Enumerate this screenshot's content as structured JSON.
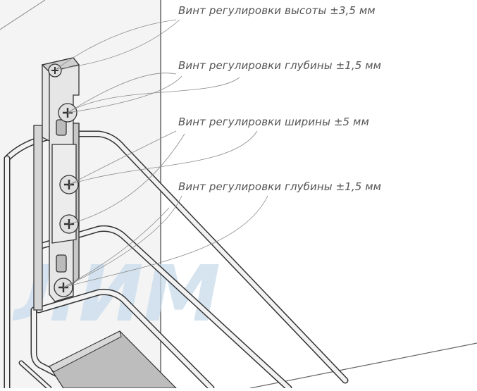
{
  "callouts": [
    {
      "text": "Винт регулировки высоты ±3,5 мм"
    },
    {
      "text": "Винт регулировки глубины ±1,5 мм"
    },
    {
      "text": "Винт регулировки ширины ±5 мм"
    },
    {
      "text": "Винт регулировки глубины ±1,5 мм"
    }
  ],
  "watermark": {
    "text": "ЛИМ",
    "color": "#c9dcec"
  },
  "colors": {
    "line": "#333333",
    "panel": "#f5f5f5",
    "leader": "#8a8a8a",
    "text": "#555555",
    "shelf": "#bdbdbd"
  }
}
